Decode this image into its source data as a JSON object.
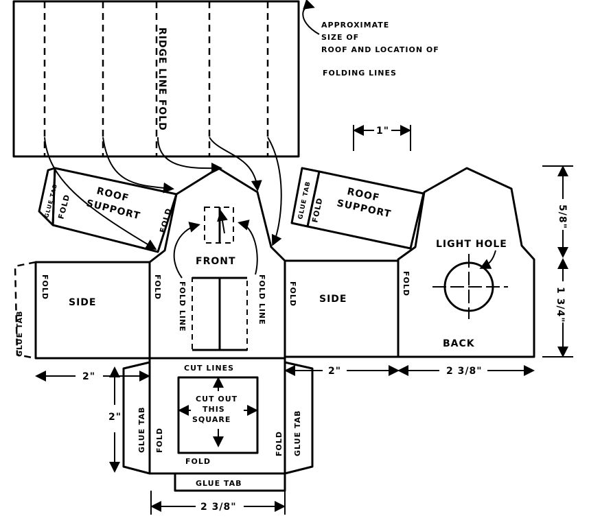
{
  "title": "Barn light-cover template",
  "roof": {
    "ridge_label": "RIDGE LINE FOLD",
    "note": [
      "APPROXIMATE",
      "SIZE OF",
      "ROOF AND LOCATION OF",
      "FOLDING LINES"
    ]
  },
  "scale": {
    "label": "1\""
  },
  "roof_support_left": {
    "label1": "ROOF",
    "label2": "SUPPORT",
    "glue": "GLUE TAB",
    "fold": "FOLD"
  },
  "roof_support_right": {
    "label1": "ROOF",
    "label2": "SUPPORT",
    "glue": "GLUE TAB",
    "fold": "FOLD"
  },
  "front": {
    "label": "FRONT",
    "fold": "FOLD",
    "fold_line": "FOLD LINE"
  },
  "side_left": {
    "label": "SIDE",
    "glue": "GLUE TAB",
    "fold": "FOLD"
  },
  "side_right": {
    "label": "SIDE",
    "fold": "FOLD"
  },
  "back": {
    "label": "BACK",
    "light_hole": "LIGHT HOLE"
  },
  "base": {
    "cut_lines": "CUT LINES",
    "cut1": "CUT OUT",
    "cut2": "THIS",
    "cut3": "SQUARE",
    "fold": "FOLD",
    "glue": "GLUE TAB"
  },
  "dimensions": {
    "side_width": "2\"",
    "right_width": "2\"",
    "back_width": "2 3/8\"",
    "base_height": "2\"",
    "base_width": "2 3/8\"",
    "roof_height": "5/8\"",
    "wall_height": "1 3/4\""
  }
}
